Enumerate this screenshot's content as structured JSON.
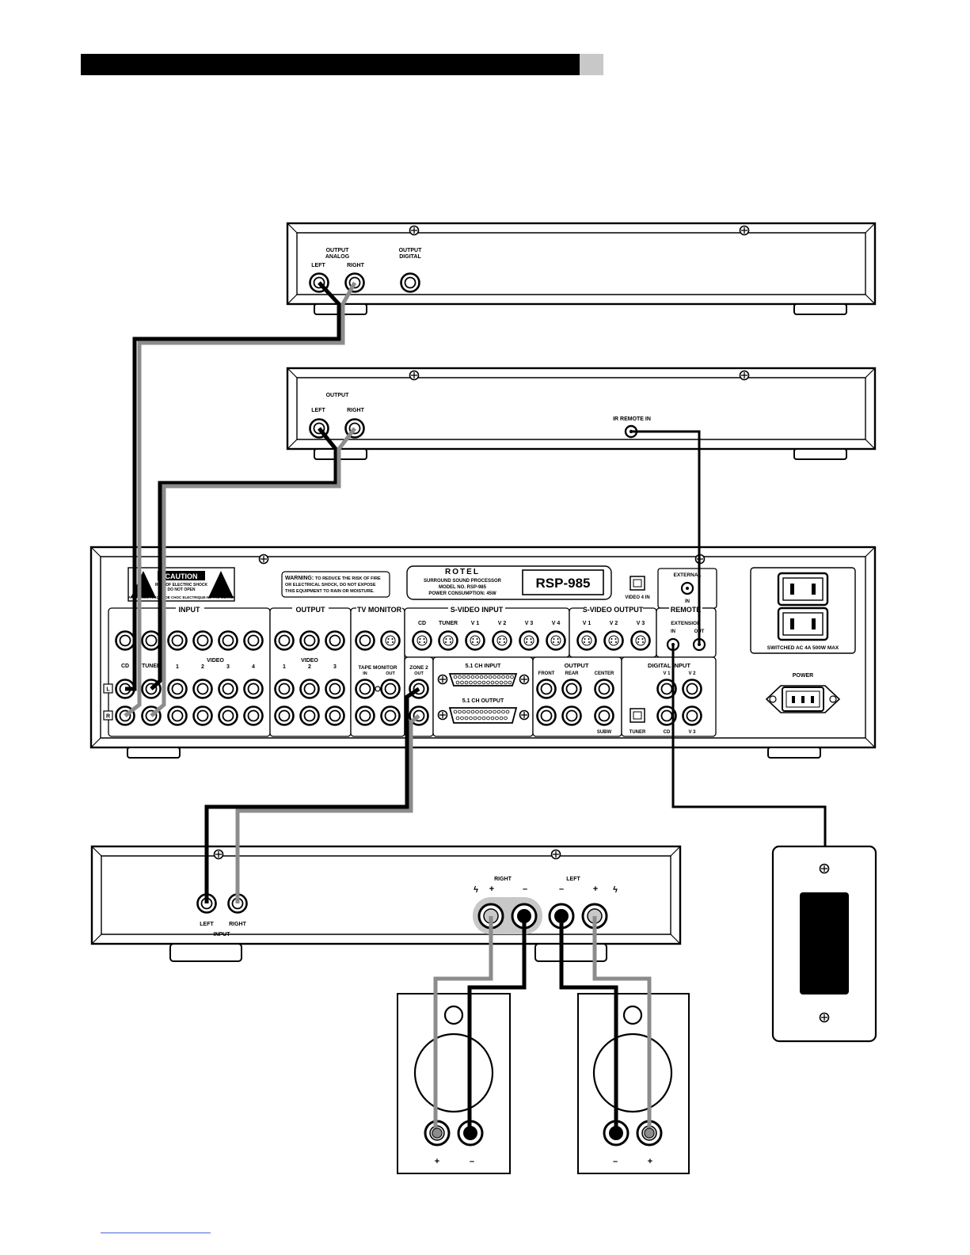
{
  "header": {
    "bar_color": "#000000",
    "accent_color": "#c8c8c8"
  },
  "cd_player": {
    "output_label": "OUTPUT",
    "analog_label": "ANALOG",
    "left_label": "LEFT",
    "right_label": "RIGHT",
    "output_label_2": "OUTPUT",
    "digital_label": "DIGITAL"
  },
  "tuner": {
    "output_label": "OUTPUT",
    "left_label": "LEFT",
    "right_label": "RIGHT",
    "ir_label": "IR REMOTE IN"
  },
  "processor": {
    "caution": "CAUTION",
    "caution_line1": "RISK OF ELECTRIC SHOCK",
    "caution_line2": "DO NOT OPEN",
    "caution_line3": "ATTENTION: RISQUE DE CHOC ELECTRIQUE-NE PAS OUVRIR",
    "warning_title": "WARNING:",
    "warning_line1": "TO REDUCE THE RISK OF FIRE",
    "warning_line2": "OR ELECTRICAL SHOCK, DO NOT EXPOSE",
    "warning_line3": "THIS EQUIPMENT TO RAIN OR MOISTURE.",
    "brand": "ROTEL",
    "desc1": "SURROUND SOUND PROCESSOR",
    "desc2": "MODEL NO. RSP-985",
    "desc3": "POWER CONSUMPTION: 45W",
    "model": "RSP-985",
    "video4": "VIDEO 4 IN",
    "external": "EXTERNAL",
    "external_in": "IN",
    "input": "INPUT",
    "output": "OUTPUT",
    "tv_monitor": "TV MONITOR",
    "svideo_input": "S-VIDEO INPUT",
    "svideo_output": "S-VIDEO OUTPUT",
    "remote": "REMOTE",
    "extension": "EXTENSION",
    "ext_in": "IN",
    "ext_out": "OUT",
    "cd": "CD",
    "tuner": "TUNER",
    "video": "VIDEO",
    "n1": "1",
    "n2": "2",
    "n3": "3",
    "n4": "4",
    "out_video": "VIDEO",
    "o1": "1",
    "o2": "2",
    "o3": "3",
    "sv_cd": "CD",
    "sv_tuner": "TUNER",
    "sv_v1": "V 1",
    "sv_v2": "V 2",
    "sv_v3": "V 3",
    "sv_v4": "V 4",
    "svo_v1": "V 1",
    "svo_v2": "V 2",
    "svo_v3": "V 3",
    "tape_monitor": "TAPE MONITOR",
    "tape_in": "IN",
    "tape_out": "OUT",
    "zone2": "ZONE 2",
    "zone2_out": "OUT",
    "ch51_in": "5.1 CH INPUT",
    "ch51_out": "5.1 CH OUTPUT",
    "output2": "OUTPUT",
    "front": "FRONT",
    "rear": "REAR",
    "center": "CENTER",
    "subw": "SUBW",
    "tuner2": "TUNER",
    "digital_input": "DIGITAL INPUT",
    "dv1": "V 1",
    "dv2": "V 2",
    "dcd": "CD",
    "dv3": "V 3",
    "l_mark": "L",
    "r_mark": "R",
    "switched": "SWITCHED AC  4A  500W MAX",
    "power": "POWER"
  },
  "amplifier": {
    "right": "RIGHT",
    "left": "LEFT",
    "plus": "+",
    "minus": "–",
    "in_left": "LEFT",
    "in_right": "RIGHT",
    "input": "INPUT"
  },
  "speakers": {
    "plus": "+",
    "minus": "–"
  },
  "colors": {
    "black_wire": "#000000",
    "gray_wire": "#8c8c8c",
    "terminal_gray": "#c8c8c8"
  }
}
